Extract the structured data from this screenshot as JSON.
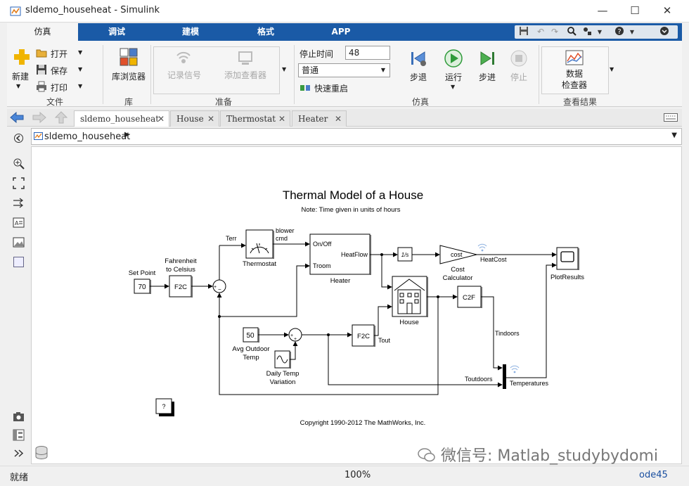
{
  "window": {
    "title": "sldemo_househeat - Simulink",
    "minimize": "—",
    "maximize": "☐",
    "close": "✕"
  },
  "ribbon_tabs": [
    "仿真",
    "调试",
    "建模",
    "格式",
    "APP"
  ],
  "ribbon": {
    "file": {
      "new_label": "新建",
      "open_label": "打开",
      "save_label": "保存",
      "print_label": "打印",
      "section": "文件"
    },
    "library": {
      "browser_label": "库浏览器",
      "section": "库"
    },
    "prepare": {
      "log_signals": "记录信号",
      "add_viewer": "添加查看器",
      "section": "准备"
    },
    "simulate": {
      "stop_time_label": "停止时间",
      "stop_time_value": "48",
      "mode_value": "普通",
      "fast_restart": "快速重启",
      "step_back": "步退",
      "run": "运行",
      "step_forward": "步进",
      "stop": "停止",
      "section": "仿真"
    },
    "review": {
      "data_inspector": "数据\n检查器",
      "data_inspector_line1": "数据",
      "data_inspector_line2": "检查器",
      "section": "查看结果"
    }
  },
  "editor_tabs": [
    {
      "label": "sldemo_househeat",
      "active": true
    },
    {
      "label": "House",
      "active": false
    },
    {
      "label": "Thermostat",
      "active": false
    },
    {
      "label": "Heater",
      "active": false
    }
  ],
  "address": {
    "path": "sldemo_househeat"
  },
  "model": {
    "title": "Thermal Model of a House",
    "note": "Note: Time given in units of hours",
    "copyright": "Copyright 1990-2012 The MathWorks, Inc.",
    "blocks": {
      "set_point_label": "Set Point",
      "set_point_value": "70",
      "f2c_label_line1": "Fahrenheit",
      "f2c_label_line2": "to Celsius",
      "f2c": "F2C",
      "thermostat": "Thermostat",
      "terr": "Terr",
      "blower_cmd_line1": "blower",
      "blower_cmd_line2": "cmd",
      "heater": "Heater",
      "onoff": "On/Off",
      "troom": "Troom",
      "heatflow": "HeatFlow",
      "integrator": "1/s",
      "cost": "cost",
      "cost_calc_line1": "Cost",
      "cost_calc_line2": "Calculator",
      "heatcost": "HeatCost",
      "plotresults": "PlotResults",
      "house": "House",
      "c2f": "C2F",
      "tindoors": "Tindoors",
      "toutdoors": "Toutdoors",
      "temperatures": "Temperatures",
      "avg_outdoor_value": "50",
      "avg_outdoor_line1": "Avg Outdoor",
      "avg_outdoor_line2": "Temp",
      "daily_temp_line1": "Daily Temp",
      "daily_temp_line2": "Variation",
      "f2c2": "F2C",
      "tout": "Tout",
      "help": "?"
    }
  },
  "status": {
    "left": "就绪",
    "zoom": "100%",
    "solver": "ode45"
  },
  "watermark": "微信号: Matlab_studybydomi",
  "colors": {
    "ribbon_blue": "#1a5aa6",
    "run_green": "#2e9a3a",
    "solver_blue": "#1a4fa0"
  }
}
